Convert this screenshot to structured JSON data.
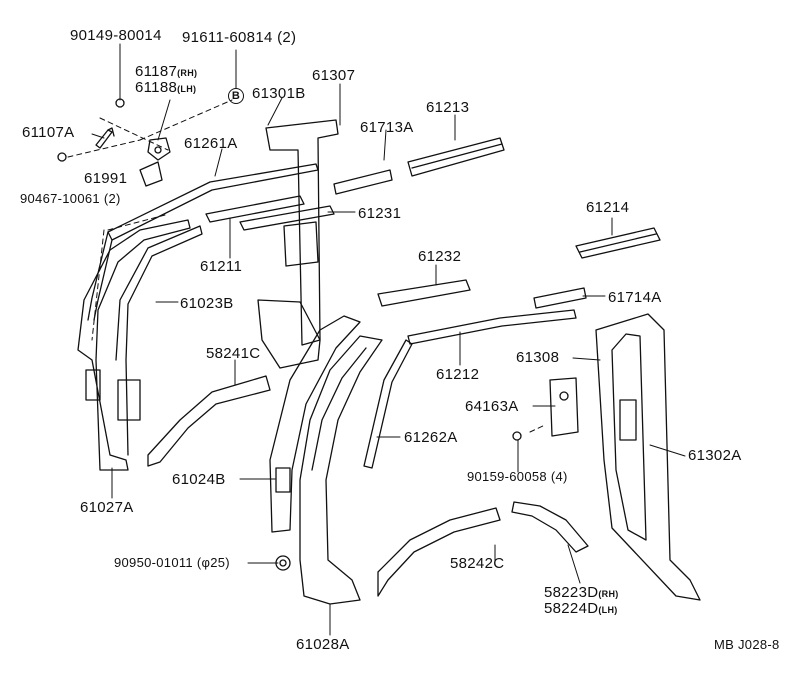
{
  "labels": {
    "p90149": "90149-80014",
    "p91611": "91611-60814 (2)",
    "p61187": "61187",
    "p61187_tag": "(RH)",
    "p61188": "61188",
    "p61188_tag": "(LH)",
    "circle_b": "B",
    "p61301b": "61301B",
    "p61307": "61307",
    "p61107a": "61107A",
    "p61261a": "61261A",
    "p61713a": "61713A",
    "p61213": "61213",
    "p61991": "61991",
    "p90467": "90467-10061 (2)",
    "p61231": "61231",
    "p61214": "61214",
    "p61211": "61211",
    "p61232": "61232",
    "p61023b": "61023B",
    "p61714a": "61714A",
    "p58241c": "58241C",
    "p61308": "61308",
    "p61212": "61212",
    "p64163a": "64163A",
    "p61262a": "61262A",
    "p61302a": "61302A",
    "p90159": "90159-60058 (4)",
    "p61024b": "61024B",
    "p61027a": "61027A",
    "p90950": "90950-01011 (φ25)",
    "p58242c": "58242C",
    "p58223d": "58223D",
    "p58223d_tag": "(RH)",
    "p58224d": "58224D",
    "p58224d_tag": "(LH)",
    "p61028a": "61028A",
    "ref": "MB J028-8"
  }
}
